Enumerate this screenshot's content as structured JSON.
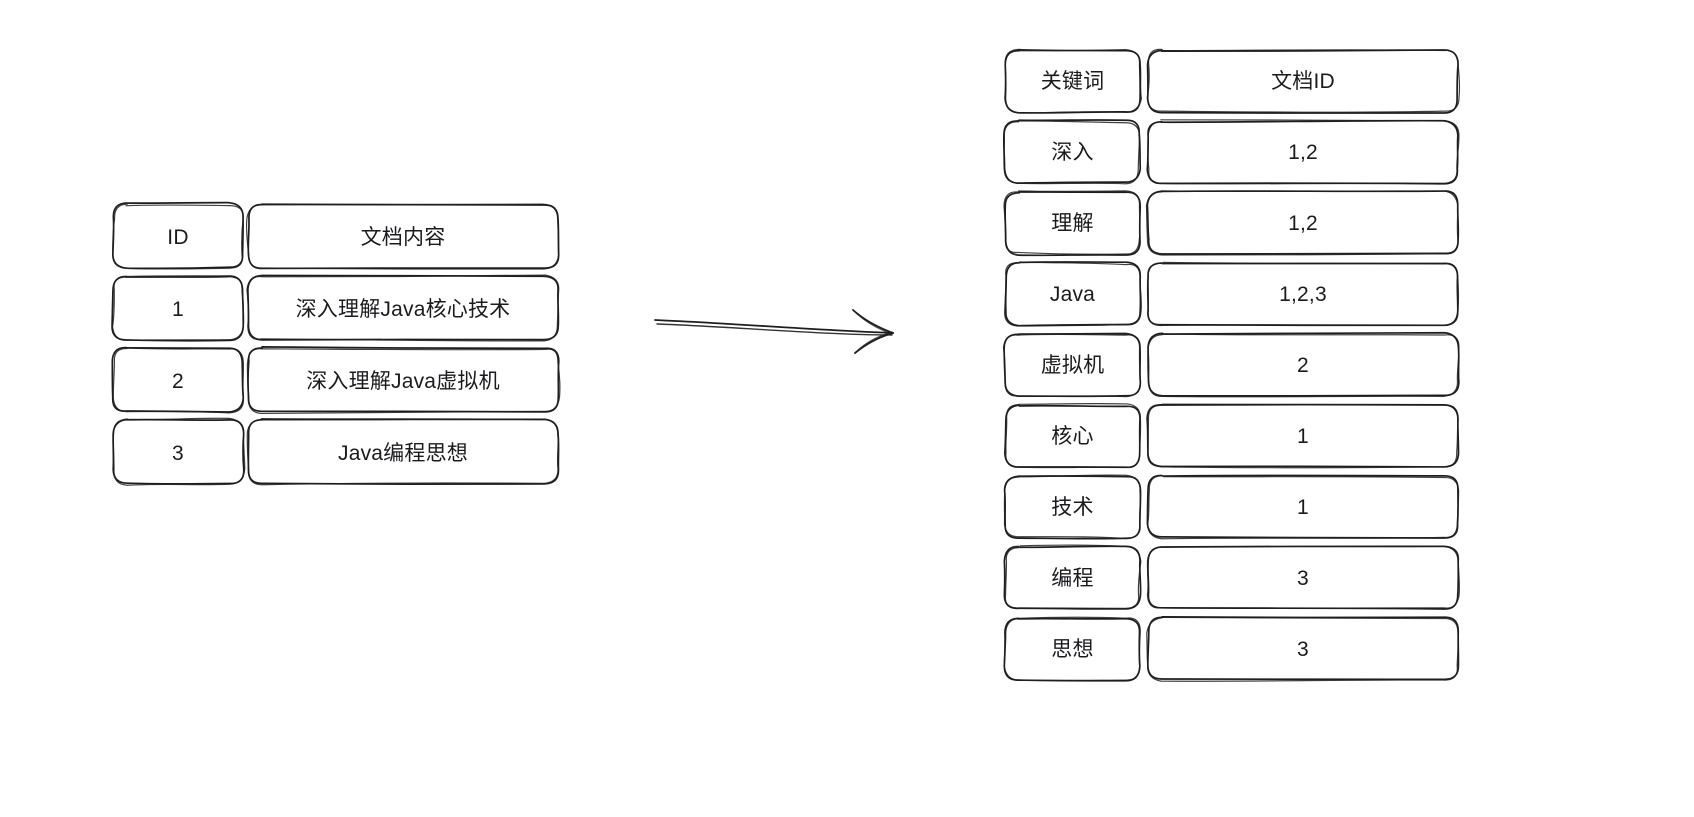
{
  "diagram": {
    "title": "",
    "style": "hand-drawn",
    "stroke_color": "#1e1e1e",
    "background_color": "#ffffff",
    "text_color": "#1b1b1f"
  },
  "doc_table": {
    "name": "document-table",
    "columns": [
      "ID",
      "文档内容"
    ],
    "rows": [
      {
        "id": "1",
        "content": "深入理解Java核心技术"
      },
      {
        "id": "2",
        "content": "深入理解Java虚拟机"
      },
      {
        "id": "3",
        "content": "Java编程思想"
      }
    ]
  },
  "arrow": {
    "name": "transform-arrow",
    "label": "",
    "direction": "right"
  },
  "index_table": {
    "name": "inverted-index-table",
    "columns": [
      "关键词",
      "文档ID"
    ],
    "rows": [
      {
        "keyword": "深入",
        "doc_ids": "1,2"
      },
      {
        "keyword": "理解",
        "doc_ids": "1,2"
      },
      {
        "keyword": "Java",
        "doc_ids": "1,2,3"
      },
      {
        "keyword": "虚拟机",
        "doc_ids": "2"
      },
      {
        "keyword": "核心",
        "doc_ids": "1"
      },
      {
        "keyword": "技术",
        "doc_ids": "1"
      },
      {
        "keyword": "编程",
        "doc_ids": "3"
      },
      {
        "keyword": "思想",
        "doc_ids": "3"
      }
    ]
  }
}
